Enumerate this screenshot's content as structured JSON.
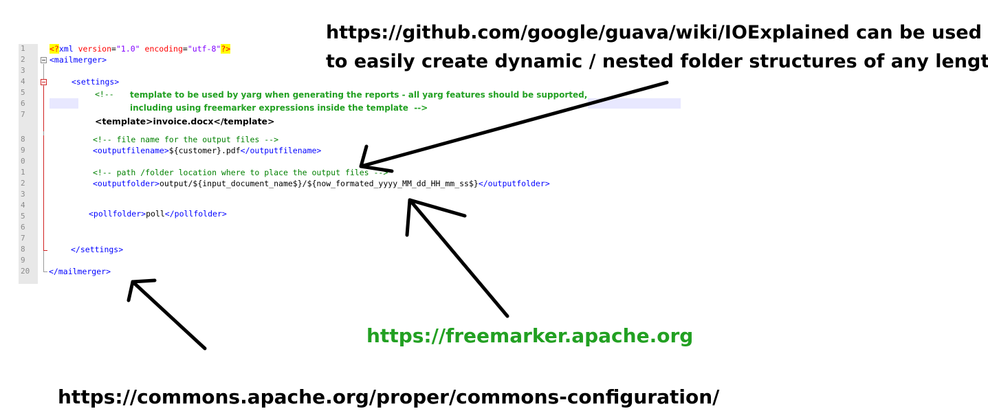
{
  "editor": {
    "line_numbers": [
      "1",
      "2",
      "3",
      "4",
      "5",
      "6",
      "7",
      "8",
      "9",
      "0",
      "1",
      "2",
      "3",
      "4",
      "5",
      "6",
      "7",
      "8",
      "9",
      "20"
    ],
    "lines": {
      "xml_decl_open": "<?",
      "xml_decl_name": "xml",
      "xml_decl_attr1": " version",
      "xml_decl_eq1": "=",
      "xml_decl_val1": "\"1.0\"",
      "xml_decl_attr2": " encoding",
      "xml_decl_eq2": "=",
      "xml_decl_val2": "\"utf-8\"",
      "xml_decl_close": "?>",
      "mailmerger_open": "<mailmerger>",
      "settings_open": "<settings>",
      "comment_open": "<!--",
      "comment_line1": "template to be used by yarg when generating the reports - all yarg features should be supported,",
      "comment_line2": "including using freemarker expressions inside the template  -->",
      "template_line": "<template>invoice.docx</template>",
      "comment_filename": "<!-- file name for the output files -->",
      "outputfilename_open": "<outputfilename>",
      "outputfilename_value": "${customer}.pdf",
      "outputfilename_close": "</outputfilename>",
      "comment_path": "<!-- path /folder location where to place the output files -->",
      "outputfolder_open": "<outputfolder>",
      "outputfolder_value": "output/${input_document_name$}/${now_formated_yyyy_MM_dd_HH_mm_ss$}",
      "outputfolder_close": "</outputfolder>",
      "pollfolder_open": "<pollfolder>",
      "pollfolder_value": "poll",
      "pollfolder_close": "</pollfolder>",
      "settings_close": "</settings>",
      "mailmerger_close": "</mailmerger>"
    }
  },
  "annotations": {
    "guava_line1": "https://github.com/google/guava/wiki/IOExplained can be used",
    "guava_line2": "to easily create dynamic / nested folder structures of any length",
    "freemarker": "https://freemarker.apache.org",
    "commons": "https://commons.apache.org/proper/commons-configuration/"
  },
  "colors": {
    "tag": "#0000ff",
    "comment": "#008000",
    "annotation_green": "#22a022",
    "arrow": "#000000",
    "fold_marker": "#d02020"
  }
}
